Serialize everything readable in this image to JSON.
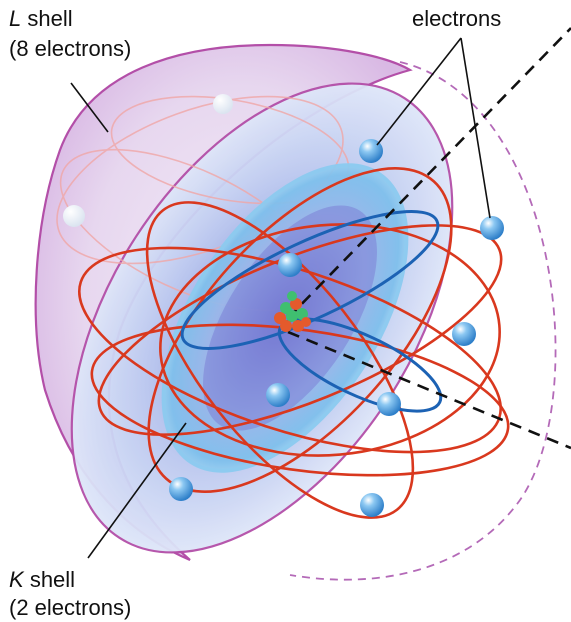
{
  "labels": {
    "l_shell_letter": "L",
    "l_shell_word": "shell",
    "l_shell_count": "(8 electrons)",
    "electrons": "electrons",
    "k_shell_letter": "K",
    "k_shell_word": "shell",
    "k_shell_count": "(2 electrons)"
  },
  "colors": {
    "l_shell_outline": "#b34fa8",
    "l_shell_fill": "#e9d3ee",
    "k_shell_fill": "#8fc6ec",
    "k_shell_inner": "#c9c2ec",
    "l_orbit": "#d9381e",
    "k_orbit": "#1c62b4",
    "electron": "#4ea6e6",
    "nucleus_proton": "#e45a2c",
    "nucleus_neutron": "#3fbf70",
    "axis": "#111111",
    "dashed_boundary": "#b46ab8"
  }
}
